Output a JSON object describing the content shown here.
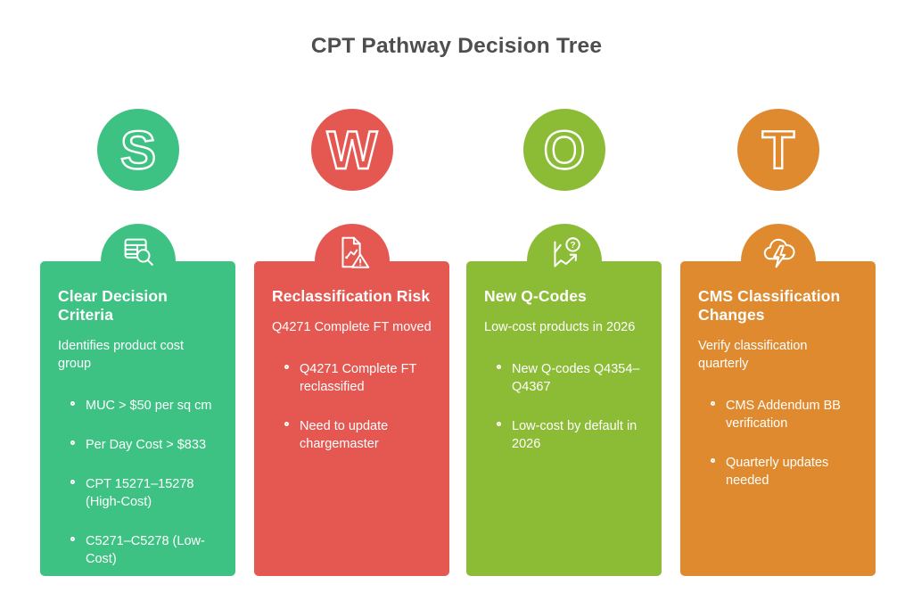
{
  "header": {
    "title": "CPT Pathway Decision Tree"
  },
  "columns": [
    {
      "letter": "S",
      "color": "#3ec283",
      "icon": "table-search-icon",
      "title": "Clear Decision Criteria",
      "subtitle": "Identifies product cost group",
      "bullets": [
        "MUC > $50 per sq cm",
        "Per Day Cost > $833",
        "CPT 15271–15278 (High-Cost)",
        "C5271–C5278 (Low-Cost)"
      ]
    },
    {
      "letter": "W",
      "color": "#e55852",
      "icon": "document-chart-warning-icon",
      "title": "Reclassification Risk",
      "subtitle": "Q4271 Complete FT moved",
      "bullets": [
        "Q4271 Complete FT reclassified",
        "Need to update chargemaster"
      ]
    },
    {
      "letter": "O",
      "color": "#8cbb35",
      "icon": "growth-chart-question-icon",
      "icon_glyph": "?",
      "title": "New Q-Codes",
      "subtitle": "Low-cost products in 2026",
      "bullets": [
        "New Q-codes Q4354–Q4367",
        "Low-cost by default in 2026"
      ]
    },
    {
      "letter": "T",
      "color": "#e08a2f",
      "icon": "cloud-lightning-icon",
      "title": "CMS Classification Changes",
      "subtitle": "Verify classification quarterly",
      "bullets": [
        "CMS Addendum BB verification",
        "Quarterly updates needed"
      ]
    }
  ]
}
